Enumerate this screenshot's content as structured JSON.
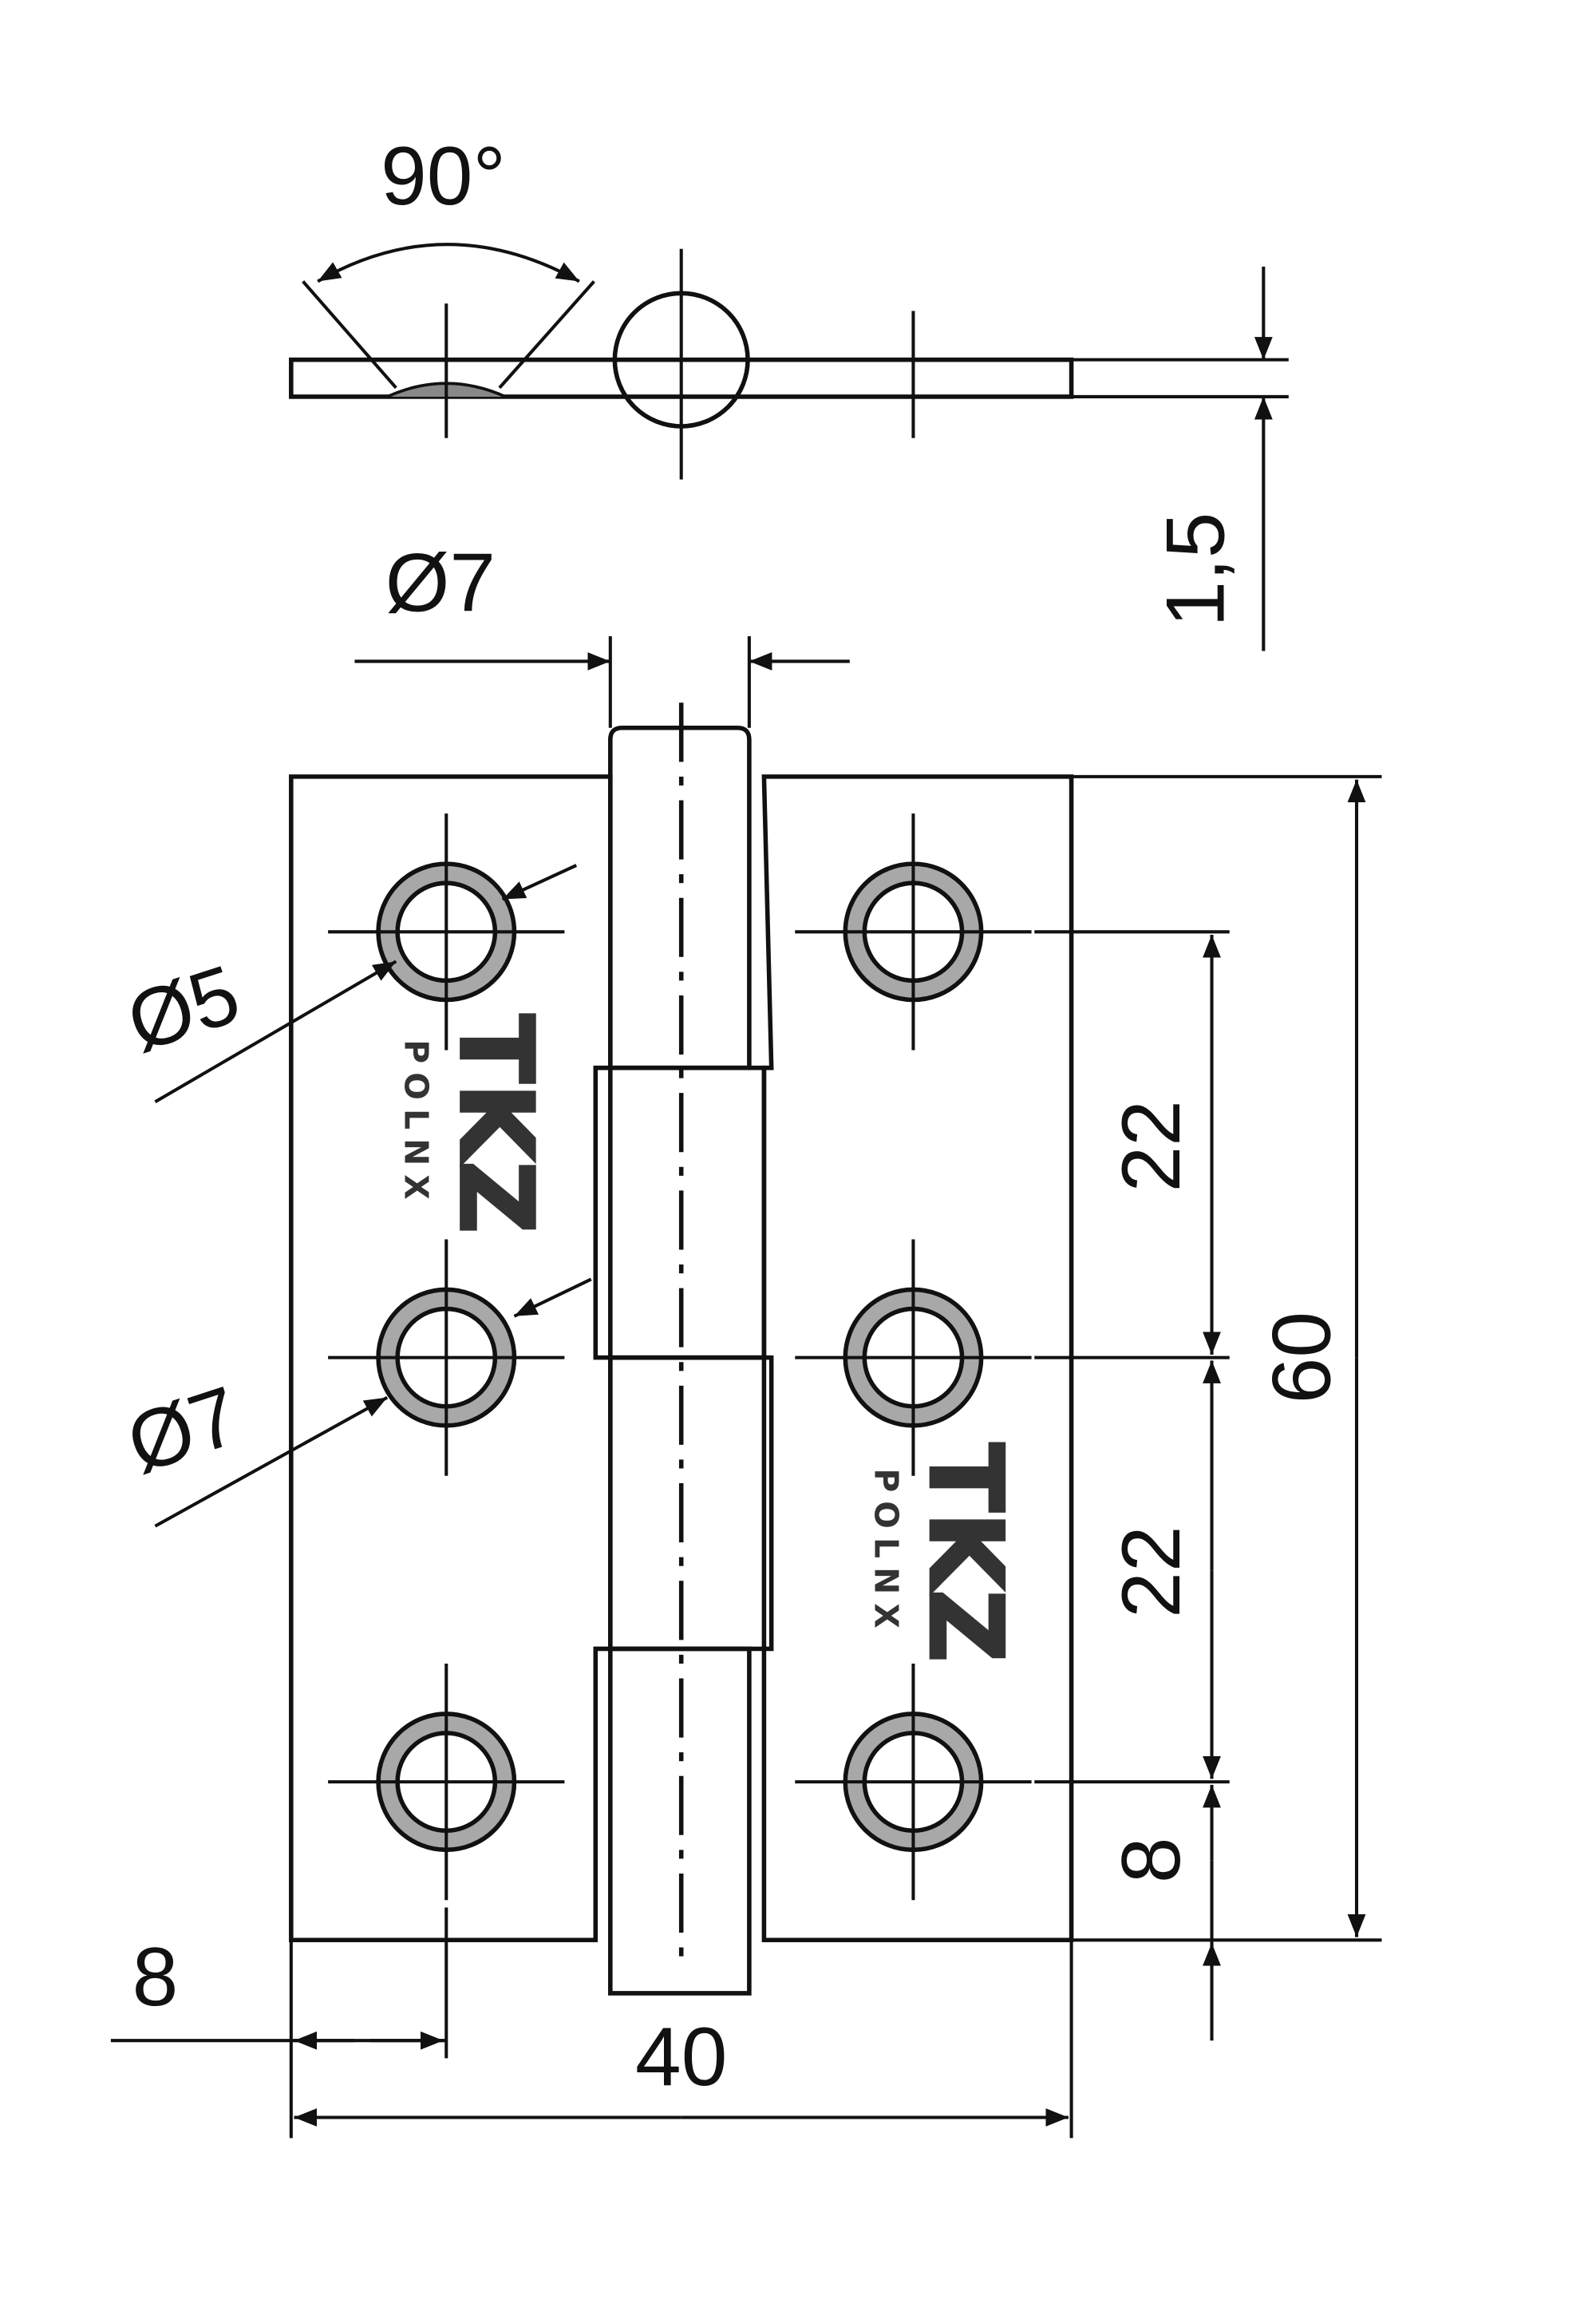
{
  "drawing": {
    "angle_label": "90°",
    "thickness_label": "1,5",
    "pin_diameter_label": "Ø7",
    "hole_diameter_label": "Ø5",
    "countersink_diameter_label": "Ø7",
    "hole_spacing_upper_label": "22",
    "hole_spacing_lower_label": "22",
    "hole_edge_offset_label": "8",
    "height_label": "60",
    "side_offset_label": "8",
    "width_label": "40",
    "logo_text": "TKZ",
    "logo_subtext": "POLNX"
  },
  "colors": {
    "plate": "#c9c9c9",
    "line": "#111111"
  }
}
